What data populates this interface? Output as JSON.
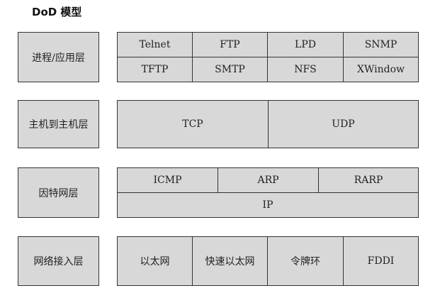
{
  "title": "DoD 模型",
  "layers": [
    {
      "name": "进程/应用层",
      "protocols": [
        "Telnet",
        "FTP",
        "LPD",
        "SNMP",
        "TFTP",
        "SMTP",
        "NFS",
        "XWindow"
      ]
    },
    {
      "name": "主机到主机层",
      "protocols": [
        "TCP",
        "UDP"
      ]
    },
    {
      "name": "因特网层",
      "protocols": [
        "ICMP",
        "ARP",
        "RARP",
        "IP"
      ]
    },
    {
      "name": "网络接入层",
      "protocols": [
        "以太网",
        "快速以太网",
        "令牌环",
        "FDDI"
      ]
    }
  ],
  "colors": {
    "box_fill": "#d8d8d8",
    "border": "#333333"
  }
}
